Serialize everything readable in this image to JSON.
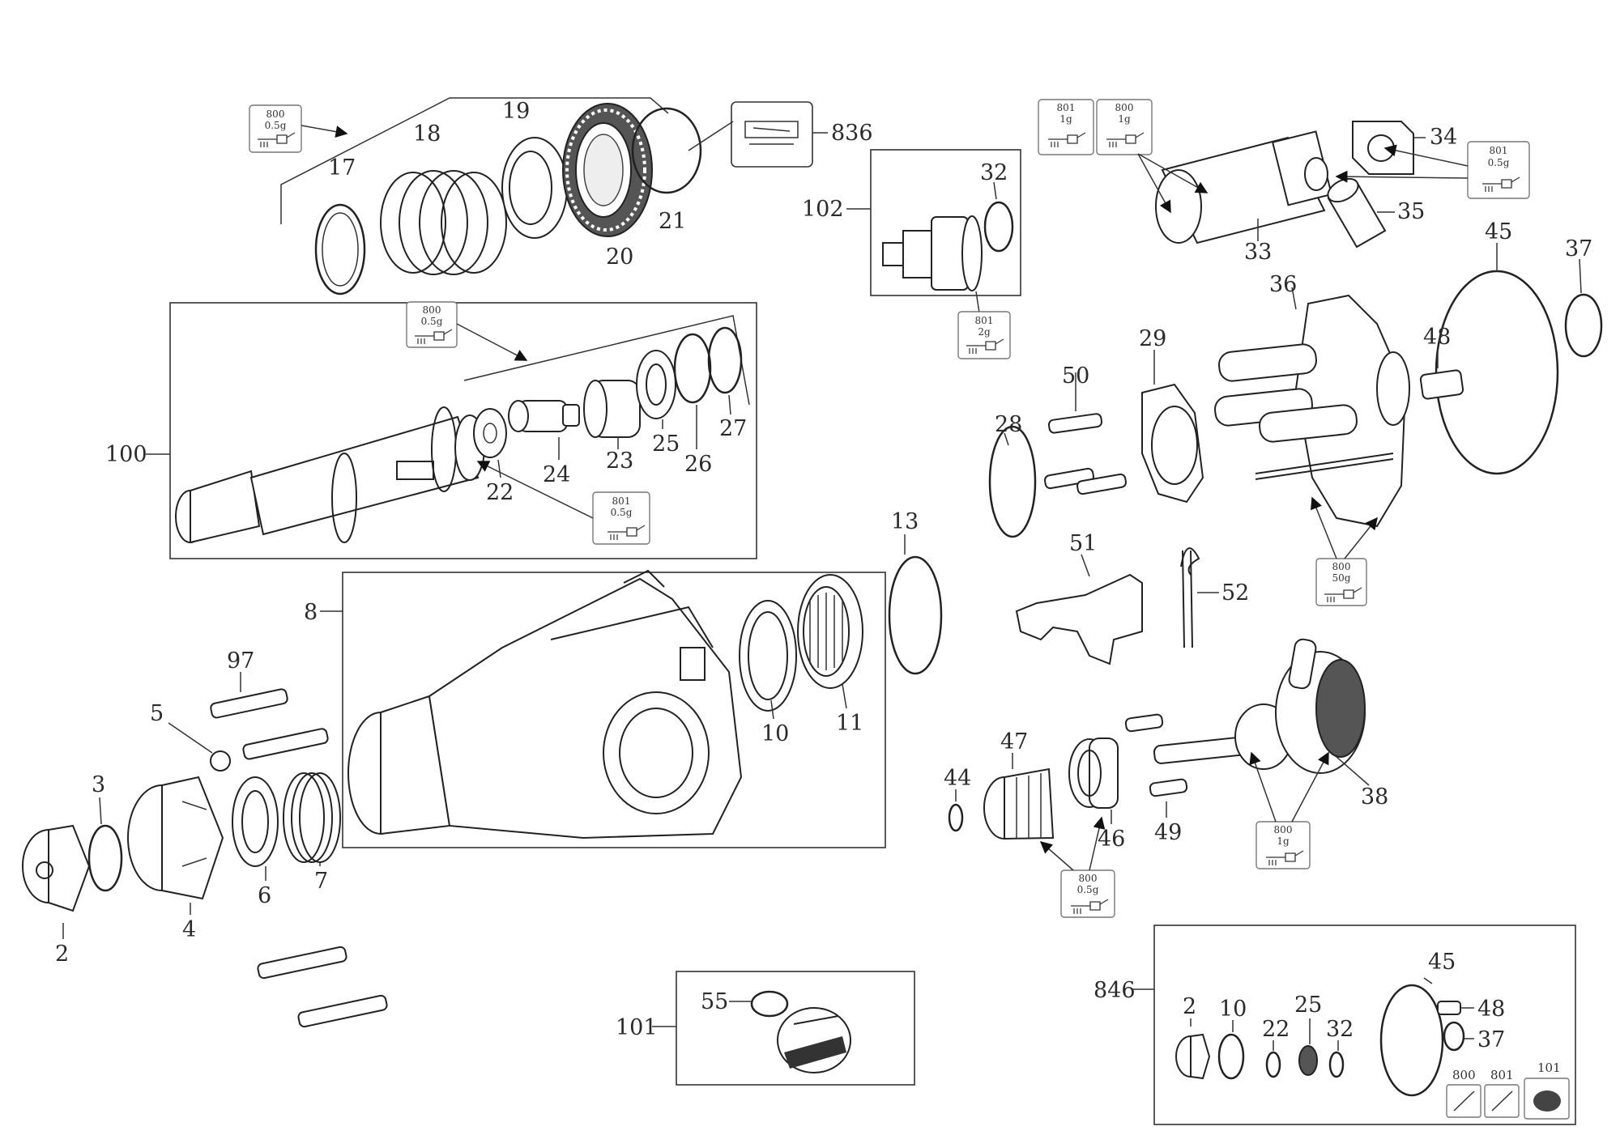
{
  "callouts": {
    "n17": "17",
    "n18": "18",
    "n19": "19",
    "n20": "20",
    "n21": "21",
    "n836": "836",
    "n102": "102",
    "n32a": "32",
    "n33": "33",
    "n34": "34",
    "n35": "35",
    "n36": "36",
    "n37a": "37",
    "n45a": "45",
    "n48a": "48",
    "n29": "29",
    "n50": "50",
    "n28": "28",
    "n51": "51",
    "n52": "52",
    "n100": "100",
    "n22a": "22",
    "n24": "24",
    "n23": "23",
    "n25a": "25",
    "n26": "26",
    "n27": "27",
    "n13": "13",
    "n8": "8",
    "n10a": "10",
    "n11": "11",
    "n97": "97",
    "n5": "5",
    "n3": "3",
    "n2a": "2",
    "n4": "4",
    "n6": "6",
    "n7": "7",
    "n44": "44",
    "n47": "47",
    "n46": "46",
    "n49": "49",
    "n38": "38",
    "n101": "101",
    "n55": "55",
    "n846": "846",
    "n2b": "2",
    "n10b": "10",
    "n22b": "22",
    "n25b": "25",
    "n32b": "32",
    "n45b": "45",
    "n48b": "48",
    "n37b": "37",
    "k800": "800",
    "k801": "801",
    "k101": "101"
  },
  "grease_tags": {
    "g1": {
      "code": "800",
      "amount": "0.5g"
    },
    "g2": {
      "code": "801",
      "amount": "1g"
    },
    "g3": {
      "code": "800",
      "amount": "1g"
    },
    "g4": {
      "code": "801",
      "amount": "0.5g"
    },
    "g5": {
      "code": "801",
      "amount": "2g"
    },
    "g6": {
      "code": "800",
      "amount": "0.5g"
    },
    "g7": {
      "code": "801",
      "amount": "0.5g"
    },
    "g8": {
      "code": "800",
      "amount": "50g"
    },
    "g9": {
      "code": "800",
      "amount": "1g"
    },
    "g10": {
      "code": "800",
      "amount": "0.5g"
    }
  }
}
